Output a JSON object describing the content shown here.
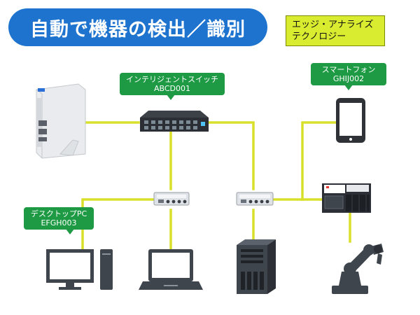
{
  "title": "自動で機器の検出／識別",
  "brand": {
    "line1": "エッジ・アナライズ",
    "line2": "テクノロジー"
  },
  "callouts": {
    "switch": {
      "name": "インテリジェントスイッチ",
      "id": "ABCD001"
    },
    "smartphone": {
      "name": "スマートフォン",
      "id": "GHIJ002"
    },
    "desktop": {
      "name": "デスクトップPC",
      "id": "EFGH003"
    }
  },
  "colors": {
    "title_bg": "#1e73cf",
    "brand_bg": "#d9ec2f",
    "callout_bg": "#1d9a43",
    "wire": "#d8e02a"
  },
  "devices": [
    "appliance-box",
    "intelligent-switch",
    "smartphone",
    "hub-left",
    "hub-right",
    "plc-controller",
    "desktop-pc",
    "laptop",
    "server-tower",
    "robot-arm"
  ]
}
